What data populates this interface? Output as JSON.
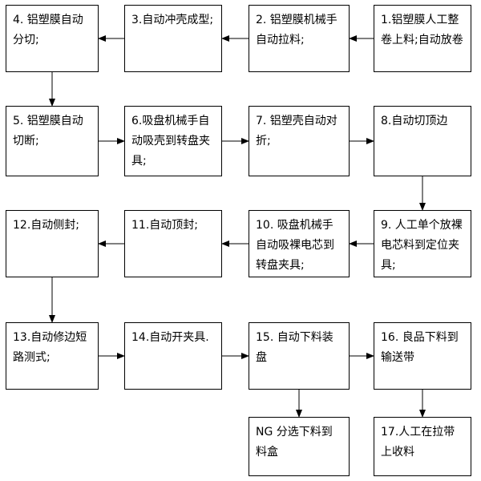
{
  "steps": [
    {
      "id": "s1",
      "text": "1.铝塑膜人工整卷上料;自动放卷"
    },
    {
      "id": "s2",
      "text": "2. 铝塑膜机械手自动拉料;"
    },
    {
      "id": "s3",
      "text": "3.自动冲壳成型;"
    },
    {
      "id": "s4",
      "text": "4. 铝塑膜自动分切;"
    },
    {
      "id": "s5",
      "text": "5. 铝塑膜自动切断;"
    },
    {
      "id": "s6",
      "text": "6.吸盘机械手自动吸壳到转盘夹具;"
    },
    {
      "id": "s7",
      "text": "7. 铝塑壳自动对折;"
    },
    {
      "id": "s8",
      "text": "8.自动切顶边"
    },
    {
      "id": "s9",
      "text": "9. 人工单个放裸电芯料到定位夹具;"
    },
    {
      "id": "s10",
      "text": "10. 吸盘机械手自动吸裸电芯到转盘夹具;"
    },
    {
      "id": "s11",
      "text": "11.自动顶封;"
    },
    {
      "id": "s12",
      "text": "12.自动侧封;"
    },
    {
      "id": "s13",
      "text": "13.自动修边短路测式;"
    },
    {
      "id": "s14",
      "text": "14.自动开夹具."
    },
    {
      "id": "s15",
      "text": "15. 自动下料装盘"
    },
    {
      "id": "s16",
      "text": "16. 良品下料到输送带"
    },
    {
      "id": "s17",
      "text": "NG 分选下料到料盒"
    },
    {
      "id": "s18",
      "text": "17.人工在拉带上收料"
    }
  ],
  "connections": [
    [
      "s1",
      "s2"
    ],
    [
      "s2",
      "s3"
    ],
    [
      "s3",
      "s4"
    ],
    [
      "s4",
      "s5"
    ],
    [
      "s5",
      "s6"
    ],
    [
      "s6",
      "s7"
    ],
    [
      "s7",
      "s8"
    ],
    [
      "s8",
      "s9"
    ],
    [
      "s9",
      "s10"
    ],
    [
      "s10",
      "s11"
    ],
    [
      "s11",
      "s12"
    ],
    [
      "s12",
      "s13"
    ],
    [
      "s13",
      "s14"
    ],
    [
      "s14",
      "s15"
    ],
    [
      "s15",
      "s16"
    ],
    [
      "s15",
      "s17"
    ],
    [
      "s16",
      "s18"
    ]
  ]
}
